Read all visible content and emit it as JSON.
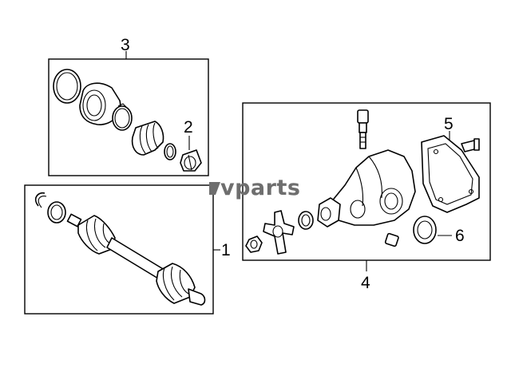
{
  "watermark": "vparts",
  "callouts": {
    "c1": "1",
    "c2": "2",
    "c3": "3",
    "c4": "4",
    "c5": "5",
    "c6": "6"
  },
  "colors": {
    "line": "#000000",
    "watermark": "#6e6e6e",
    "background": "#ffffff"
  }
}
